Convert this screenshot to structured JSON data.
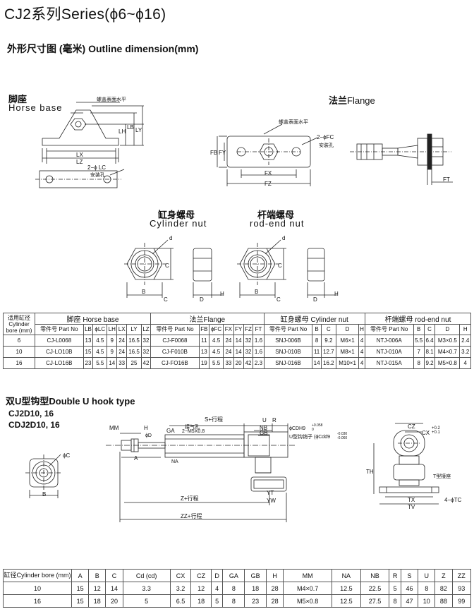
{
  "header": {
    "title": "CJ2系列Series(ϕ6~ϕ16)",
    "outline": "外形尺寸图 (毫米) Outline dimension(mm)"
  },
  "figures": {
    "horse_base": {
      "cn": "脚座",
      "en": "Horse base",
      "note1": "螺盖表面水平",
      "note2": "2−ϕ LC",
      "note3": "安装孔",
      "dims": [
        "LX",
        "LZ",
        "LH",
        "LB",
        "LY"
      ]
    },
    "flange": {
      "cn": "法兰",
      "en": "Flange",
      "note1": "螺盖表面水平",
      "note2": "2−ϕFC",
      "note3": "安装孔",
      "dims": [
        "FB",
        "FY",
        "FX",
        "FZ",
        "FT"
      ]
    },
    "cylinder_nut": {
      "cn": "缸身螺母",
      "en": "Cylinder nut",
      "dims": [
        "d",
        "C",
        "B",
        "C",
        "D",
        "H"
      ]
    },
    "rod_end_nut": {
      "cn": "杆端螺母",
      "en": "rod-end nut",
      "dims": [
        "d",
        "C",
        "B",
        "C",
        "D",
        "H"
      ]
    }
  },
  "table1": {
    "group_headers": [
      "适用缸径 Cylinder bore (mm)",
      "脚座 Horse base",
      "法兰Flange",
      "缸身螺母 Cylinder nut",
      "杆端螺母 rod-end nut"
    ],
    "col_headers": [
      "零件号 Part No",
      "LB",
      "ϕLC",
      "LH",
      "LX",
      "LY",
      "LZ",
      "零件号 Part No",
      "FB",
      "ϕFC",
      "FX",
      "FY",
      "FZ",
      "FT",
      "零件号 Part No",
      "B",
      "C",
      "D",
      "H",
      "零件号 Part No",
      "B",
      "C",
      "D",
      "H"
    ],
    "rows": [
      [
        "6",
        "CJ-L0068",
        "13",
        "4.5",
        "9",
        "24",
        "16.5",
        "32",
        "CJ-F0068",
        "11",
        "4.5",
        "24",
        "14",
        "32",
        "1.6",
        "SNJ-006B",
        "8",
        "9.2",
        "M6×1",
        "4",
        "NTJ-006A",
        "5.5",
        "6.4",
        "M3×0.5",
        "2.4"
      ],
      [
        "10",
        "CJ-LO10B",
        "15",
        "4.5",
        "9",
        "24",
        "16.5",
        "32",
        "CJ-F010B",
        "13",
        "4.5",
        "24",
        "14",
        "32",
        "1.6",
        "SNJ-010B",
        "11",
        "12.7",
        "M8×1",
        "4",
        "NTJ-010A",
        "7",
        "8.1",
        "M4×0.7",
        "3.2"
      ],
      [
        "16",
        "CJ-LO16B",
        "23",
        "5.5",
        "14",
        "33",
        "25",
        "42",
        "CJ-FO16B",
        "19",
        "5.5",
        "33",
        "20",
        "42",
        "2.3",
        "SNJ-016B",
        "14",
        "16.2",
        "M10×1",
        "4",
        "NTJ-015A",
        "8",
        "9.2",
        "M5×0.8",
        "4"
      ]
    ]
  },
  "section2": {
    "title": "双U型钩型Double U hook type",
    "models": [
      "CJ2D10, 16",
      "CDJ2D10, 16"
    ],
    "labels": {
      "stroke_s": "S+行程",
      "stroke_z": "Z+行程",
      "stroke_zz": "ZZ+行程",
      "port": "接气孔",
      "port_thread": "2−M5X0.8",
      "cd": "ϕCDH9",
      "cd_tol_top": "+0.058",
      "cd_tol_bot": "0",
      "pin": "U型钩销子 (ϕCdd9",
      "pin_tol_top": "-0.030",
      "pin_tol_bot": "-0.060",
      "cx_tol_top": "+0.2",
      "cx_tol_bot": "+0.1",
      "t_seat": "T型接座",
      "tc": "4−ϕTC",
      "dims": [
        "MM",
        "H",
        "GA",
        "A",
        "NA",
        "ϕD",
        "U",
        "R",
        "NB",
        "GB",
        "YT",
        "YW",
        "ϕC",
        "B",
        "CZ",
        "CX",
        "TH",
        "TX",
        "TV"
      ]
    }
  },
  "table2": {
    "headers": [
      "缸径Cylinder bore (mm)",
      "A",
      "B",
      "C",
      "Cd (cd)",
      "CX",
      "CZ",
      "D",
      "GA",
      "GB",
      "H",
      "MM",
      "NA",
      "NB",
      "R",
      "S",
      "U",
      "Z",
      "ZZ"
    ],
    "rows": [
      [
        "10",
        "15",
        "12",
        "14",
        "3.3",
        "3.2",
        "12",
        "4",
        "8",
        "18",
        "28",
        "M4×0.7",
        "12.5",
        "22.5",
        "5",
        "46",
        "8",
        "82",
        "93"
      ],
      [
        "16",
        "15",
        "18",
        "20",
        "5",
        "6.5",
        "18",
        "5",
        "8",
        "23",
        "28",
        "M5×0.8",
        "12.5",
        "27.5",
        "8",
        "47",
        "10",
        "88",
        "99"
      ]
    ]
  }
}
